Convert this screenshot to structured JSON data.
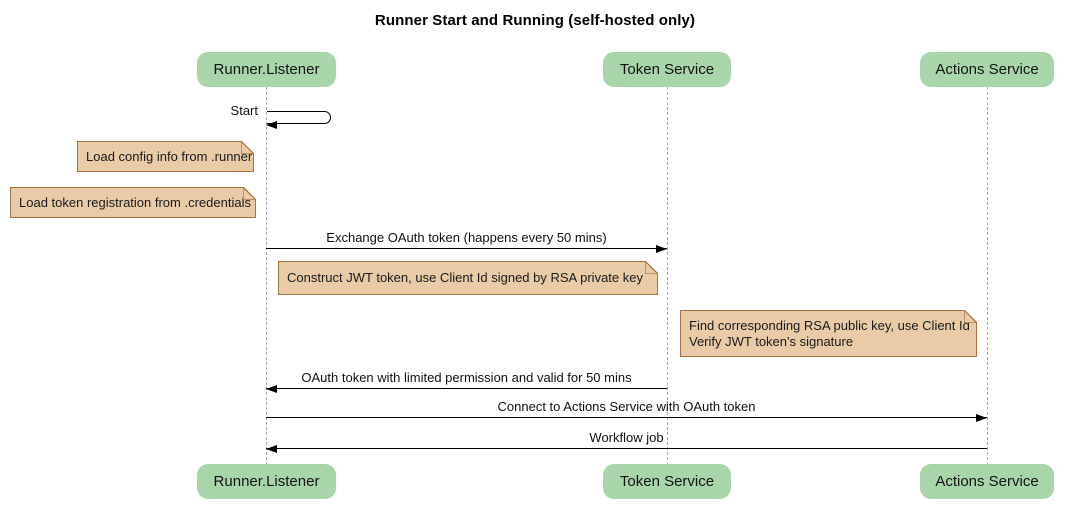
{
  "diagram": {
    "title": "Runner Start and Running (self-hosted only)",
    "participants": [
      {
        "name": "Runner.Listener"
      },
      {
        "name": "Token Service"
      },
      {
        "name": "Actions Service"
      }
    ],
    "messages": [
      {
        "label": "Start",
        "from": "Runner.Listener",
        "to": "Runner.Listener",
        "type": "self"
      },
      {
        "label": "Exchange OAuth token (happens every 50 mins)",
        "from": "Runner.Listener",
        "to": "Token Service",
        "type": "arrow-right"
      },
      {
        "label": "OAuth token with limited permission and valid for 50 mins",
        "from": "Token Service",
        "to": "Runner.Listener",
        "type": "arrow-left"
      },
      {
        "label": "Connect to Actions Service with OAuth token",
        "from": "Runner.Listener",
        "to": "Actions Service",
        "type": "arrow-right"
      },
      {
        "label": "Workflow job",
        "from": "Actions Service",
        "to": "Runner.Listener",
        "type": "arrow-left"
      }
    ],
    "notes": [
      {
        "text": "Load config info from .runner"
      },
      {
        "text": "Load token registration from .credentials"
      },
      {
        "text": "Construct JWT token, use Client Id signed by RSA private key"
      },
      {
        "text": "Find corresponding RSA public key, use Client Id\nVerify JWT token's signature"
      }
    ],
    "colors": {
      "participant_fill": "#a8d5aa",
      "note_fill": "#e9cba8",
      "note_border": "#a5713f",
      "lifeline": "#a6a6a6",
      "arrow": "#000000",
      "background": "#ffffff"
    }
  }
}
